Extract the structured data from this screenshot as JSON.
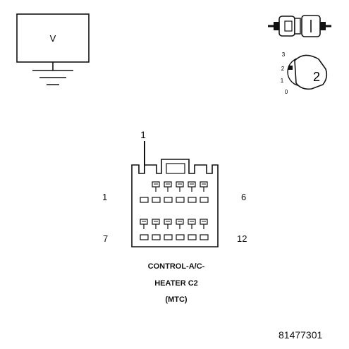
{
  "meter": {
    "symbol": "V"
  },
  "ignition": {
    "positions": [
      "3",
      "2",
      "1",
      "0"
    ],
    "selected": "2"
  },
  "probe": {
    "label": "1"
  },
  "connector": {
    "pins_top": {
      "first": "1",
      "last": "6"
    },
    "pins_bottom": {
      "first": "7",
      "last": "12"
    },
    "name_line1": "CONTROL-A/C-",
    "name_line2": "HEATER C2",
    "name_line3": "(MTC)"
  },
  "figure_number": "81477301"
}
